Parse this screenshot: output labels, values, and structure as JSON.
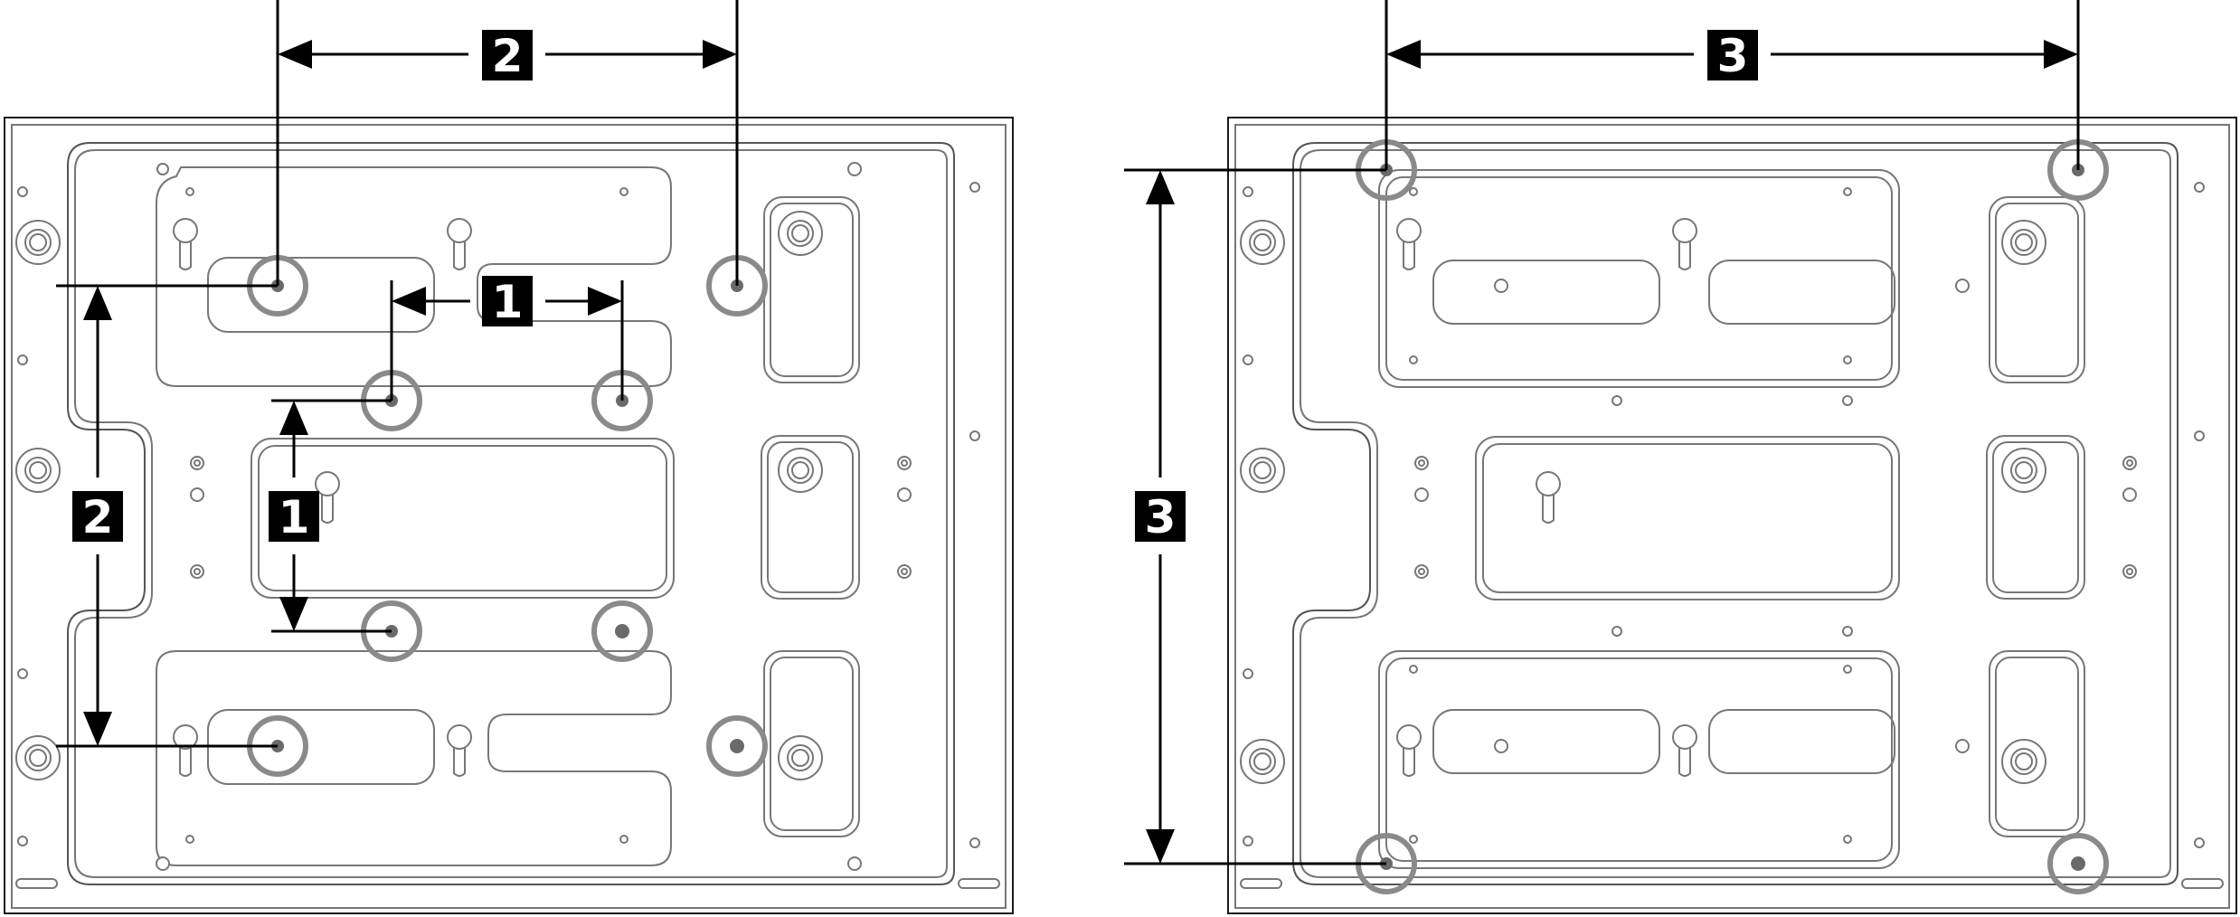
{
  "labels": {
    "horiz_top_left": "2",
    "horiz_mid_left": "1",
    "vert_left_outer": "2",
    "vert_left_inner": "1",
    "horiz_top_right": "3",
    "vert_right": "3"
  },
  "colors": {
    "line": "#1a1a1a",
    "ring": "#8a8a8a",
    "badge": "#000000",
    "badge_text": "#ffffff"
  }
}
